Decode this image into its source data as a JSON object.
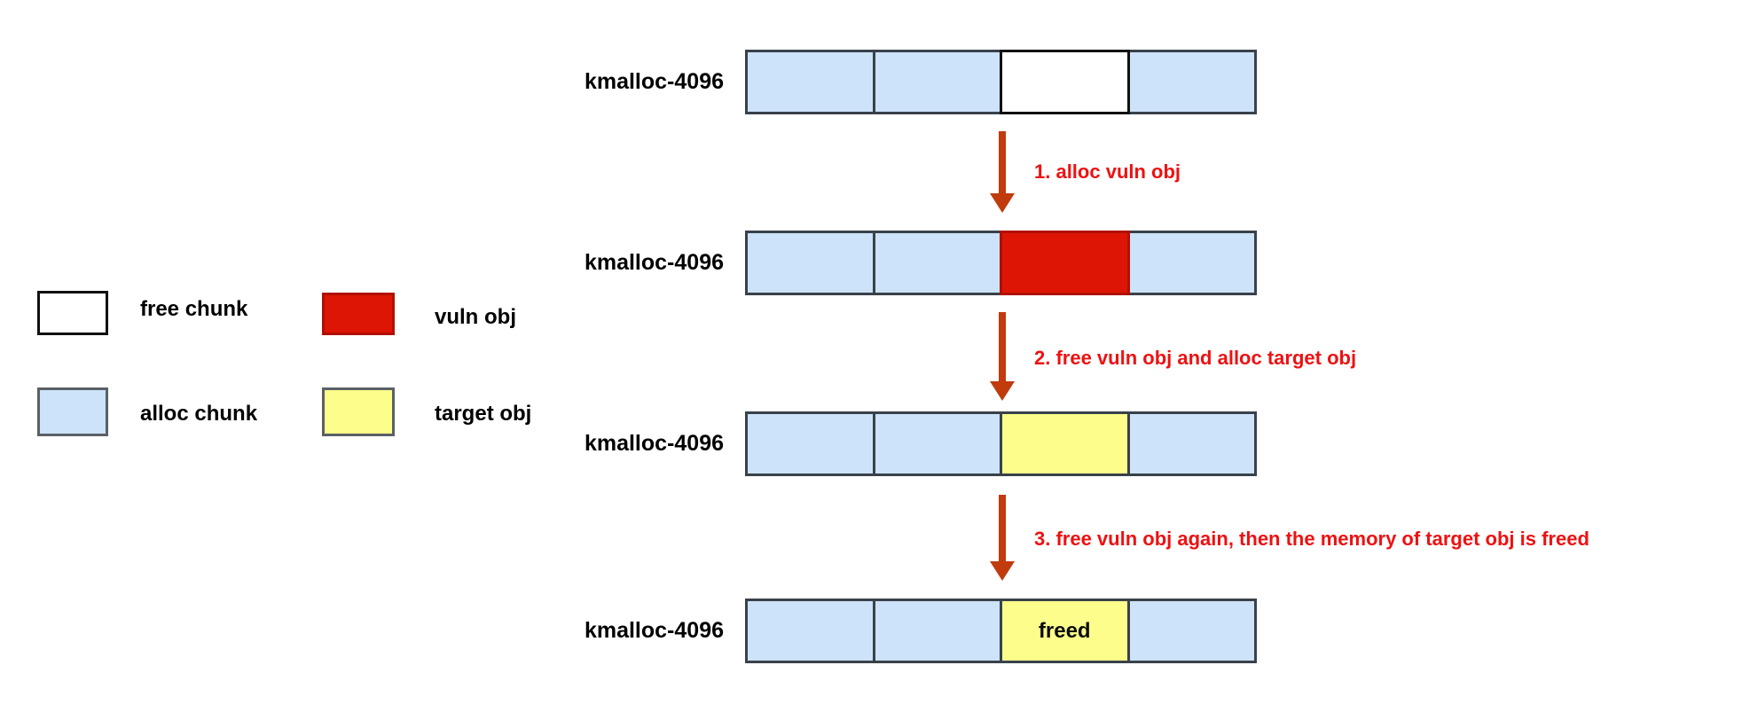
{
  "diagram": {
    "row_label": "kmalloc-4096",
    "rows": [
      {
        "name": "initial-state",
        "cells": [
          {
            "type": "alloc"
          },
          {
            "type": "alloc"
          },
          {
            "type": "free"
          },
          {
            "type": "alloc"
          }
        ]
      },
      {
        "name": "after-alloc-vuln",
        "cells": [
          {
            "type": "alloc"
          },
          {
            "type": "alloc"
          },
          {
            "type": "vuln"
          },
          {
            "type": "alloc"
          }
        ]
      },
      {
        "name": "after-alloc-target",
        "cells": [
          {
            "type": "alloc"
          },
          {
            "type": "alloc"
          },
          {
            "type": "target"
          },
          {
            "type": "alloc"
          }
        ]
      },
      {
        "name": "after-double-free",
        "cells": [
          {
            "type": "alloc"
          },
          {
            "type": "alloc"
          },
          {
            "type": "target",
            "label": "freed"
          },
          {
            "type": "alloc"
          }
        ]
      }
    ],
    "steps": [
      {
        "text": "1. alloc vuln obj"
      },
      {
        "text": "2. free vuln obj and alloc target obj"
      },
      {
        "text": "3. free vuln obj again, then the memory of target obj is freed"
      }
    ]
  },
  "legend": {
    "items": [
      {
        "key": "free",
        "label": "free chunk"
      },
      {
        "key": "vuln",
        "label": "vuln obj"
      },
      {
        "key": "alloc",
        "label": "alloc chunk"
      },
      {
        "key": "target",
        "label": "target obj"
      }
    ]
  },
  "colors": {
    "free": {
      "fill": "#ffffff",
      "border": "#111111"
    },
    "alloc": {
      "fill": "#cce3f9",
      "border": "#39414a"
    },
    "vuln": {
      "fill": "#dd1505",
      "border": "#b01003"
    },
    "target": {
      "fill": "#fdfd8b",
      "border": "#39414a"
    },
    "legend_box_border": "#5a6065",
    "legend_free_border": "#111111",
    "arrow": "#c13b0d",
    "step_text": "#ee1111"
  }
}
